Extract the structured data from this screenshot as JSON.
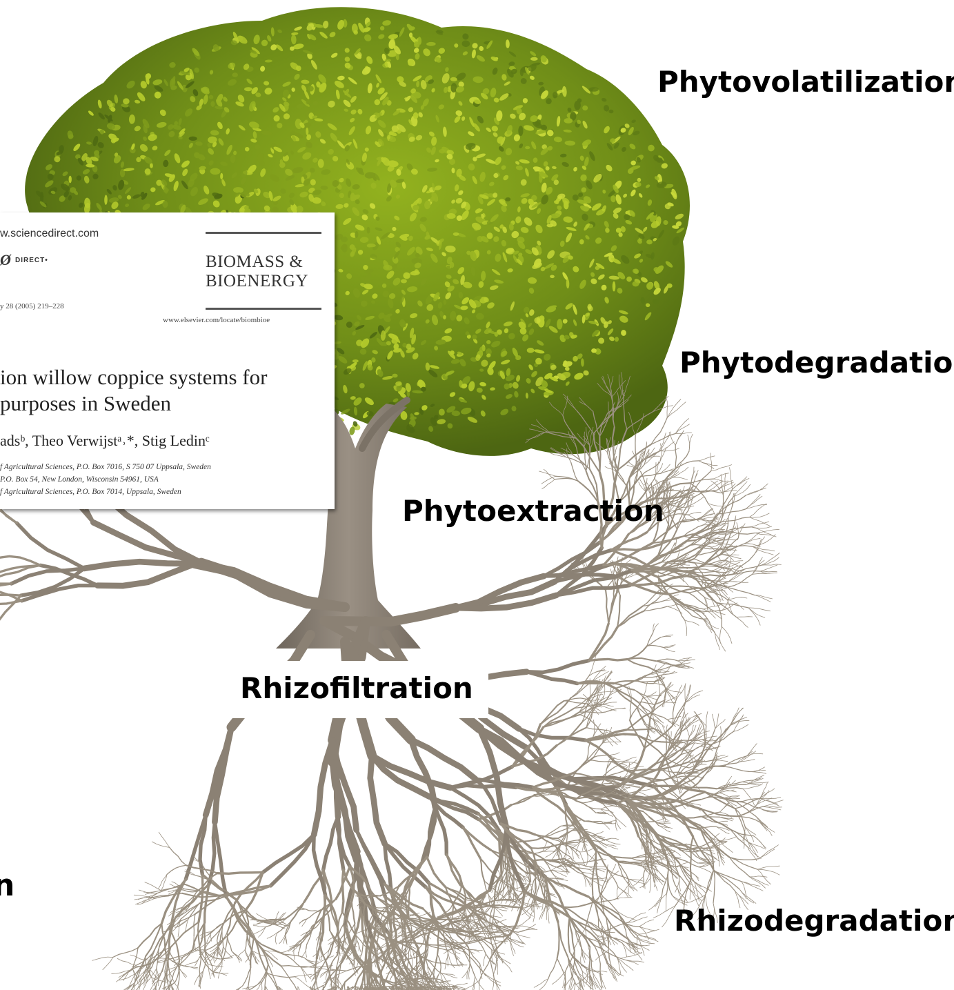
{
  "labels": {
    "phytovolatilization": "Phytovolatilization",
    "phytodegradation": "Phytodegradation",
    "phytoextraction": "Phytoextraction",
    "rhizofiltration": "Rhizofiltration",
    "rhizodegradation": "Rhizodegradation",
    "cut_left": "n"
  },
  "paper": {
    "site": "w.sciencedirect.com",
    "sd_logo": "Ø",
    "sd_text": "DIRECT•",
    "volume": "y 28 (2005) 219–228",
    "journal_line1": "BIOMASS &",
    "journal_line2": "BIOENERGY",
    "journal_url": "www.elsevier.com/locate/biombioe",
    "title_line1": "ion willow coppice systems for",
    "title_line2": "purposes in Sweden",
    "authors": "adsᵇ, Theo Verwijstᵃ˒*, Stig Ledinᶜ",
    "affil1": "f Agricultural Sciences, P.O. Box 7016, S 750 07 Uppsala, Sweden",
    "affil2": "P.O. Box 54, New London, Wisconsin 54961, USA",
    "affil3": "f Agricultural Sciences, P.O. Box 7014, Uppsala, Sweden"
  },
  "colors": {
    "foliage_dark": "#4f6a12",
    "foliage_mid": "#7f9c1c",
    "foliage_light": "#b6cc2c",
    "trunk": "#8b8073",
    "roots": "#9a9081",
    "label_text": "#000000"
  }
}
